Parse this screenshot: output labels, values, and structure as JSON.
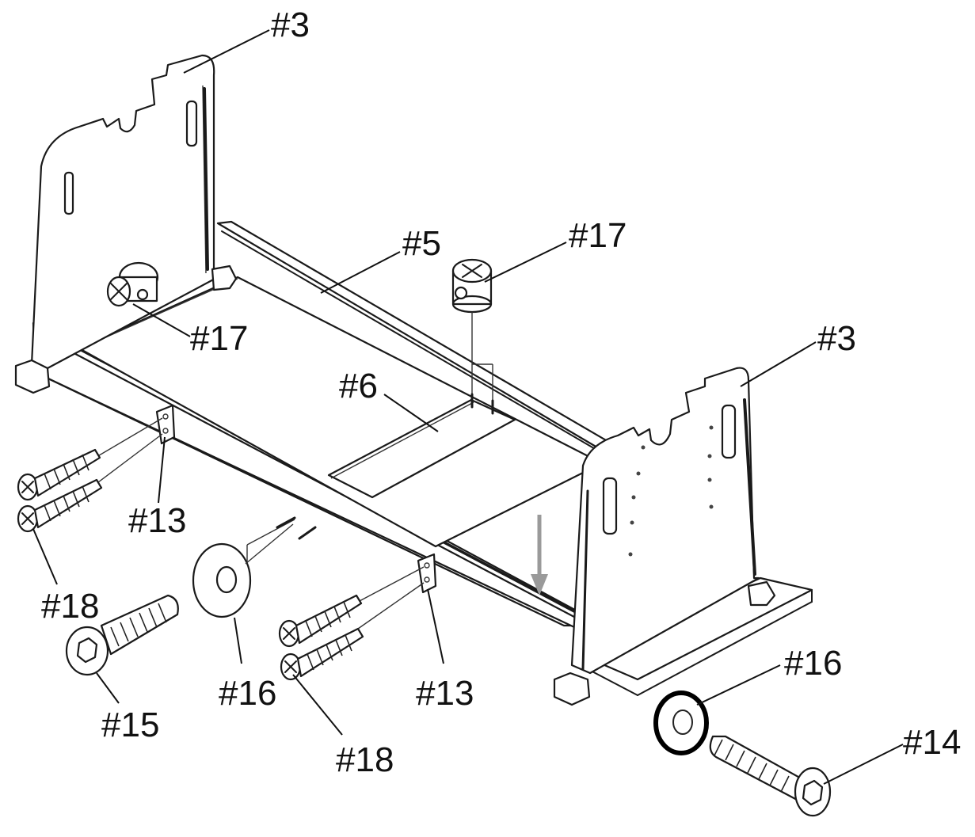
{
  "parts": {
    "side_panel_left": "#3",
    "side_panel_right": "#3",
    "back_rail": "#5",
    "shelf_board": "#6",
    "cam_lock_left": "#17",
    "cam_lock_right": "#17",
    "bracket_left": "#13",
    "bracket_right": "#13",
    "wood_screw_left": "#18",
    "wood_screw_right": "#18",
    "bolt_short": "#15",
    "bolt_long": "#14",
    "washer_left": "#16",
    "washer_right": "#16"
  },
  "colors": {
    "ink": "#1a1a1a",
    "arrow": "#9a9a9a",
    "background": "#ffffff"
  }
}
